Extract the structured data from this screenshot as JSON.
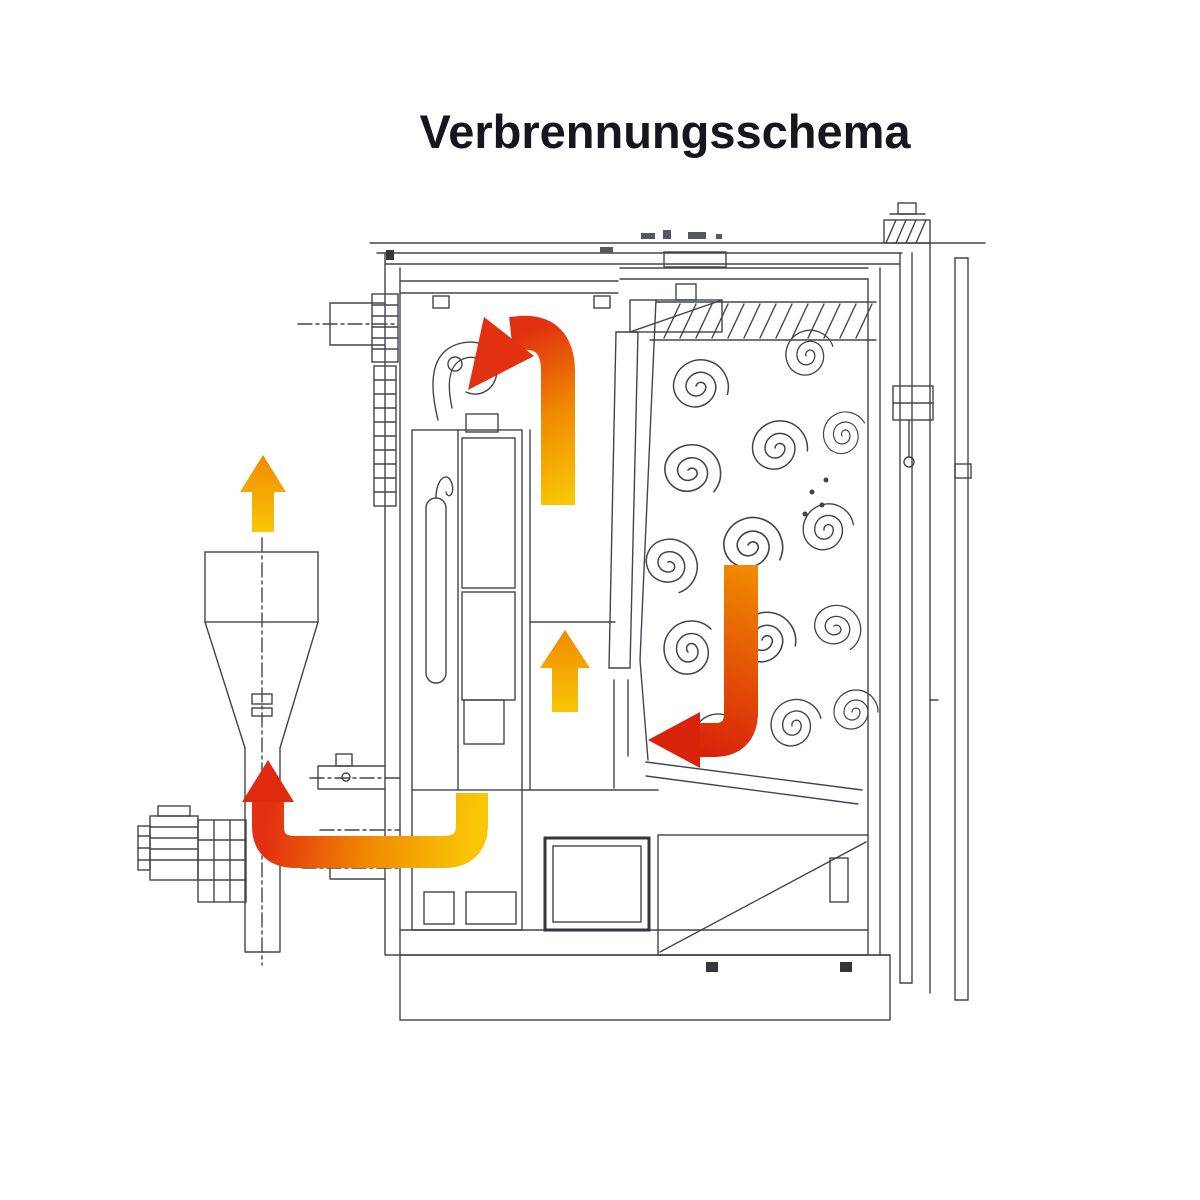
{
  "title": "Verbrennungsschema",
  "colors": {
    "line": "#41454b",
    "heavy_line": "#33373c",
    "flow_yellow": "#F9C606",
    "flow_orange": "#F08A00",
    "flow_red": "#E23110",
    "flow_deep_red": "#D8230A",
    "title_text": "#16161e",
    "background": "#ffffff"
  },
  "diagram": {
    "flow_arrows": [
      "cyclone-exhaust-up-arrow",
      "flue-riser-hook-arrow",
      "combustion-updraft-arrow",
      "heat-exchanger-downdraft-arrow",
      "return-to-cyclone-arrow"
    ]
  }
}
